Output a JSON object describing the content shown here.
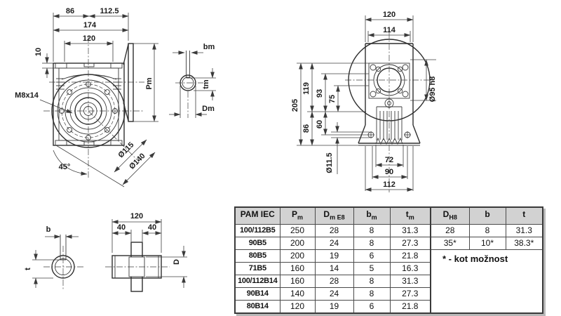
{
  "front_view": {
    "d86": "86",
    "d112_5": "112.5",
    "d174": "174",
    "d120": "120",
    "d10": "10",
    "pm": "Pm",
    "m8x14": "M8x14",
    "d115": "Ø115",
    "d140": "Ø140",
    "a45": "45°"
  },
  "motor_key_section": {
    "bm": "bm",
    "tm": "tm",
    "dm": "Dm"
  },
  "rear_view": {
    "d120": "120",
    "d114": "114",
    "d205": "205",
    "d119": "119",
    "d93": "93",
    "d75": "75",
    "d86": "86",
    "d60": "60",
    "d95": "Ø95 h8",
    "d11_5": "Ø11.5",
    "d72": "72",
    "d90": "90",
    "d112": "112"
  },
  "output_shaft": {
    "d120": "120",
    "d40a": "40",
    "d40b": "40",
    "b": "b",
    "t": "t",
    "d": "D"
  },
  "table": {
    "headers": [
      {
        "label": "PAM IEC",
        "sub": ""
      },
      {
        "label": "P",
        "sub": "m"
      },
      {
        "label": "D",
        "sub": "m E8"
      },
      {
        "label": "b",
        "sub": "m"
      },
      {
        "label": "t",
        "sub": "m"
      },
      {
        "label": "D",
        "sub": "H8"
      },
      {
        "label": "b",
        "sub": ""
      },
      {
        "label": "t",
        "sub": ""
      }
    ],
    "rows": [
      [
        "100/112B5",
        "250",
        "28",
        "8",
        "31.3"
      ],
      [
        "90B5",
        "200",
        "24",
        "8",
        "27.3"
      ],
      [
        "80B5",
        "200",
        "19",
        "6",
        "21.8"
      ],
      [
        "71B5",
        "160",
        "14",
        "5",
        "16.3"
      ],
      [
        "100/112B14",
        "160",
        "28",
        "8",
        "31.3"
      ],
      [
        "90B14",
        "140",
        "24",
        "8",
        "27.3"
      ],
      [
        "80B14",
        "120",
        "19",
        "6",
        "21.8"
      ]
    ],
    "right_rows": [
      [
        "28",
        "8",
        "31.3"
      ],
      [
        "35*",
        "10*",
        "38.3*"
      ]
    ],
    "note": "* - kot možnost"
  }
}
